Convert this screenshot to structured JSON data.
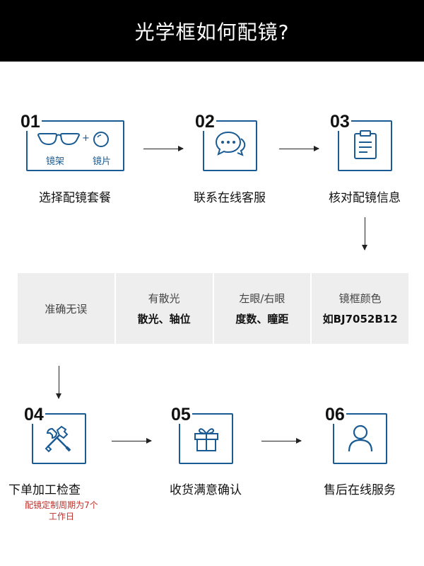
{
  "header": {
    "title": "光学框如何配镜?"
  },
  "steps": [
    {
      "num": "01",
      "label": "选择配镜套餐",
      "sub_frame": "镜架",
      "sub_lens": "镜片",
      "plus": "+"
    },
    {
      "num": "02",
      "label": "联系在线客服"
    },
    {
      "num": "03",
      "label": "核对配镜信息"
    },
    {
      "num": "04",
      "label": "下单加工检查",
      "note_line1": "配镜定制周期为7个",
      "note_line2": "工作日"
    },
    {
      "num": "05",
      "label": "收货满意确认"
    },
    {
      "num": "06",
      "label": "售后在线服务"
    }
  ],
  "info": [
    {
      "single": "准确无误"
    },
    {
      "top": "有散光",
      "bottom": "散光、轴位"
    },
    {
      "top": "左眼/右眼",
      "bottom": "度数、瞳距"
    },
    {
      "top": "镜框颜色",
      "bottom": "如BJ7052B12"
    }
  ],
  "colors": {
    "accent": "#1a5b93",
    "note": "#c0302a",
    "header_bg": "#000000"
  },
  "icons": [
    "glasses-icon",
    "lens-icon",
    "chat-icon",
    "clipboard-icon",
    "tools-icon",
    "gift-icon",
    "user-icon"
  ]
}
